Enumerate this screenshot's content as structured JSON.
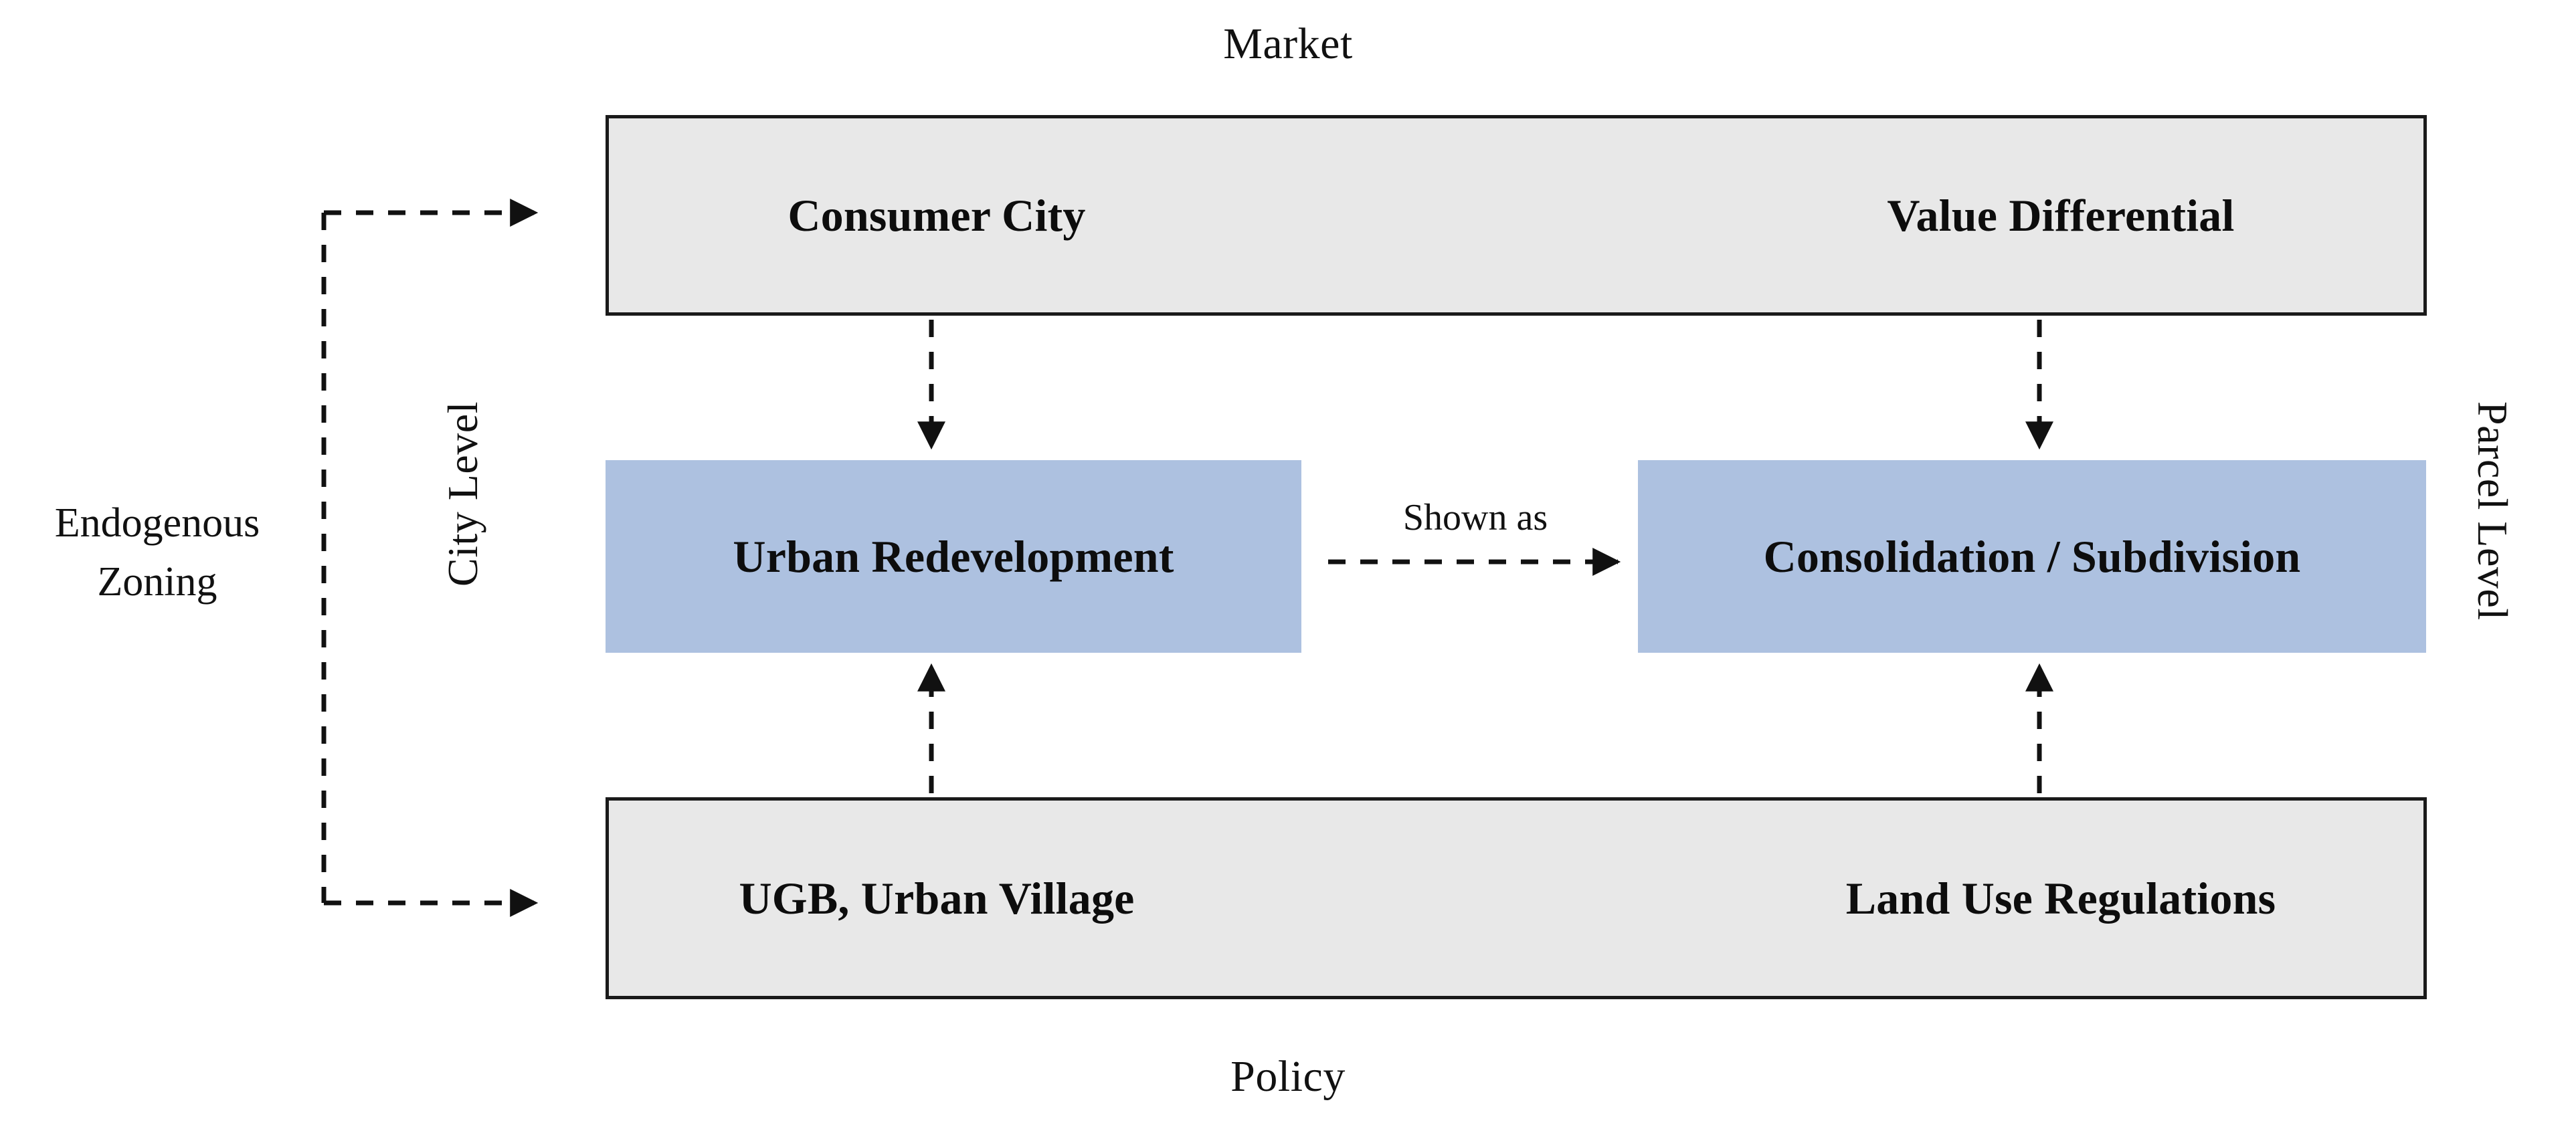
{
  "diagram": {
    "title_top": "Market",
    "title_bottom": "Policy",
    "left_axis_label": "City Level",
    "right_axis_label": "Parcel Level",
    "side_note": {
      "line1": "Endogenous",
      "line2": "Zoning"
    },
    "connector_label": "Shown as",
    "colors": {
      "gray_fill": "#e8e8e8",
      "gray_border": "#1a1a1a",
      "blue_fill": "#adc1e0",
      "text": "#111111",
      "arrow": "#111111"
    },
    "bands": {
      "market": {
        "name": "Market",
        "cells": [
          {
            "id": "consumer-city",
            "label": "Consumer City"
          },
          {
            "id": "value-differential",
            "label": "Value Differential"
          }
        ]
      },
      "policy": {
        "name": "Policy",
        "cells": [
          {
            "id": "ugb-urban-village",
            "label": "UGB, Urban Village"
          },
          {
            "id": "land-use-regulations",
            "label": "Land Use Regulations"
          }
        ]
      }
    },
    "middle_nodes": [
      {
        "id": "urban-redevelopment",
        "label": "Urban Redevelopment"
      },
      {
        "id": "consolidation-subdivision",
        "label": "Consolidation / Subdivision"
      }
    ],
    "arrows": [
      {
        "id": "consumer-city-to-value-differential",
        "style": "dashed",
        "heads": "both",
        "orientation": "horizontal"
      },
      {
        "id": "ugb-to-land-use-regulations",
        "style": "dashed",
        "heads": "both",
        "orientation": "horizontal"
      },
      {
        "id": "consumer-city-to-urban-redevelopment",
        "style": "dashed",
        "heads": "end",
        "orientation": "vertical-down"
      },
      {
        "id": "value-differential-to-consolidation",
        "style": "dashed",
        "heads": "end",
        "orientation": "vertical-down"
      },
      {
        "id": "ugb-to-urban-redevelopment",
        "style": "dashed",
        "heads": "end",
        "orientation": "vertical-up"
      },
      {
        "id": "land-use-regulations-to-consolidation",
        "style": "dashed",
        "heads": "end",
        "orientation": "vertical-up"
      },
      {
        "id": "urban-redevelopment-to-consolidation",
        "style": "dashed",
        "heads": "end",
        "orientation": "horizontal",
        "label": "Shown as"
      },
      {
        "id": "endogenous-zoning-to-market-band",
        "style": "dashed",
        "heads": "end",
        "orientation": "bracket-top"
      },
      {
        "id": "endogenous-zoning-to-policy-band",
        "style": "dashed",
        "heads": "end",
        "orientation": "bracket-bottom"
      }
    ]
  }
}
